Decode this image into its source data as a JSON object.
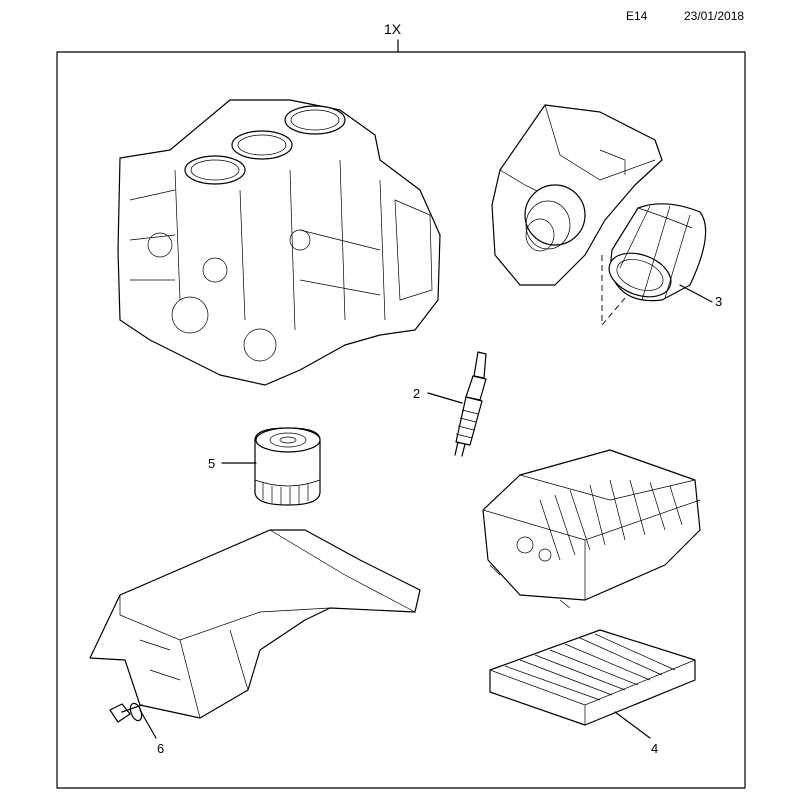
{
  "header": {
    "code": "E14",
    "date": "23/01/2018"
  },
  "kit_label": "1X",
  "callouts": [
    {
      "id": "2",
      "part": "spark-plug"
    },
    {
      "id": "3",
      "part": "air-filter"
    },
    {
      "id": "4",
      "part": "cabin-filter"
    },
    {
      "id": "5",
      "part": "oil-filter"
    },
    {
      "id": "6",
      "part": "drain-plug-gasket"
    }
  ]
}
